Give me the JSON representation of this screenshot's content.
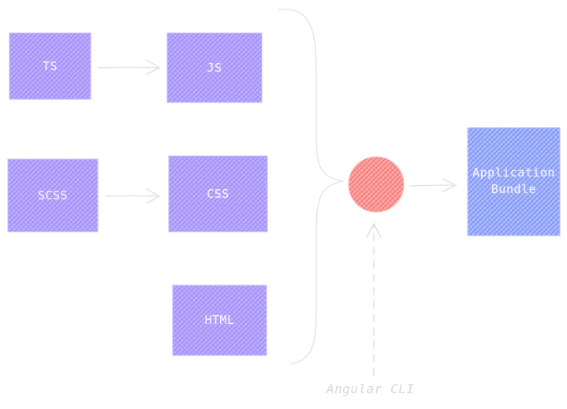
{
  "colors": {
    "source_box": "#b7a6ff",
    "source_hatch": "#9b87f5",
    "bundle_box": "#a9b8ff",
    "bundle_hatch": "#6f8cf0",
    "processor": "#ff9a98",
    "processor_hatch": "#f06a68",
    "connector": "#e4e4e4",
    "label_text": "#f4f2ff",
    "caption_text": "#d8d8d8"
  },
  "nodes": {
    "ts": {
      "label": "TS"
    },
    "js": {
      "label": "JS"
    },
    "scss": {
      "label": "SCSS"
    },
    "css": {
      "label": "CSS"
    },
    "html": {
      "label": "HTML"
    },
    "bundle": {
      "label": "Application\nBundle"
    }
  },
  "caption": "Angular CLI"
}
